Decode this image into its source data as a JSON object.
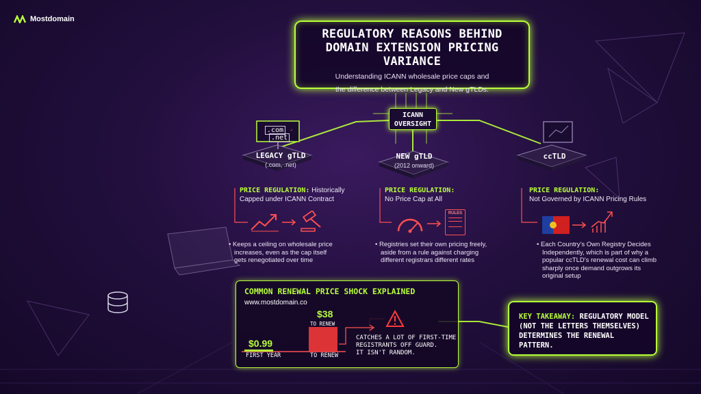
{
  "brand": {
    "name": "Mostdomain"
  },
  "header": {
    "title_line1": "REGULATORY REASONS BEHIND",
    "title_line2": "DOMAIN EXTENSION PRICING VARIANCE",
    "subtitle_line1": "Understanding ICANN wholesale price caps and",
    "subtitle_line2": "the difference between Legacy and New gTLDs."
  },
  "oversight": {
    "line1": "ICANN",
    "line2": "OVERSIGHT"
  },
  "legacy": {
    "screen_label1": ".com",
    "screen_sep": "-",
    "screen_label2": ".net",
    "title": "LEGACY gTLD",
    "subtitle": "(.com, .net)",
    "reg_label": "PRICE REGULATION:",
    "reg_line1": "Historically",
    "reg_line2": "Capped under ICANN Contract",
    "bullet": [
      "Keeps a ceiling on wholesale price",
      "increases, even as the cap itself",
      "gets renegotiated over time"
    ]
  },
  "newgtld": {
    "title": "NEW gTLD",
    "subtitle": "(2012 onward)",
    "reg_label": "PRICE REGULATION:",
    "reg_line2": "No Price Cap at All",
    "rules_label": "RULES",
    "bullet": [
      "Registries set their own pricing freely,",
      "aside from a rule against charging",
      "different registrars different rates"
    ]
  },
  "cctld": {
    "title": "ccTLD",
    "reg_label": "PRICE REGULATION:",
    "reg_line2": "Not Governed by ICANN Pricing Rules",
    "bullet": [
      "Each Country's Own Registry Decides",
      "Independently, which is part of why a",
      "popular ccTLD's renewal cost can climb",
      "sharply once demand outgrows its",
      "original setup"
    ]
  },
  "renewal": {
    "title": "COMMON RENEWAL PRICE SHOCK EXPLAINED",
    "url": "www.mostdomain.co",
    "first_price": "$0.99",
    "first_label": "FIRST YEAR",
    "renew_price": "$38",
    "renew_sub": "TO RENEW",
    "renew_label": "TO RENEW",
    "note": [
      "CATCHES A LOT OF FIRST-TIME",
      "REGISTRANTS OFF GUARD.",
      "IT ISN'T RANDOM."
    ]
  },
  "chart_data": {
    "type": "bar",
    "categories": [
      "FIRST YEAR",
      "TO RENEW"
    ],
    "values": [
      0.99,
      38
    ]
  },
  "takeaway": {
    "label": "KEY TAKEAWAY:",
    "line1_rest": "REGULATORY MODEL",
    "line2": "(NOT THE LETTERS THEMSELVES)",
    "line3": "DETERMINES THE RENEWAL PATTERN."
  },
  "colors": {
    "accent": "#b8ff3a",
    "alert": "#ff3b3b",
    "background": "#220f3d"
  }
}
